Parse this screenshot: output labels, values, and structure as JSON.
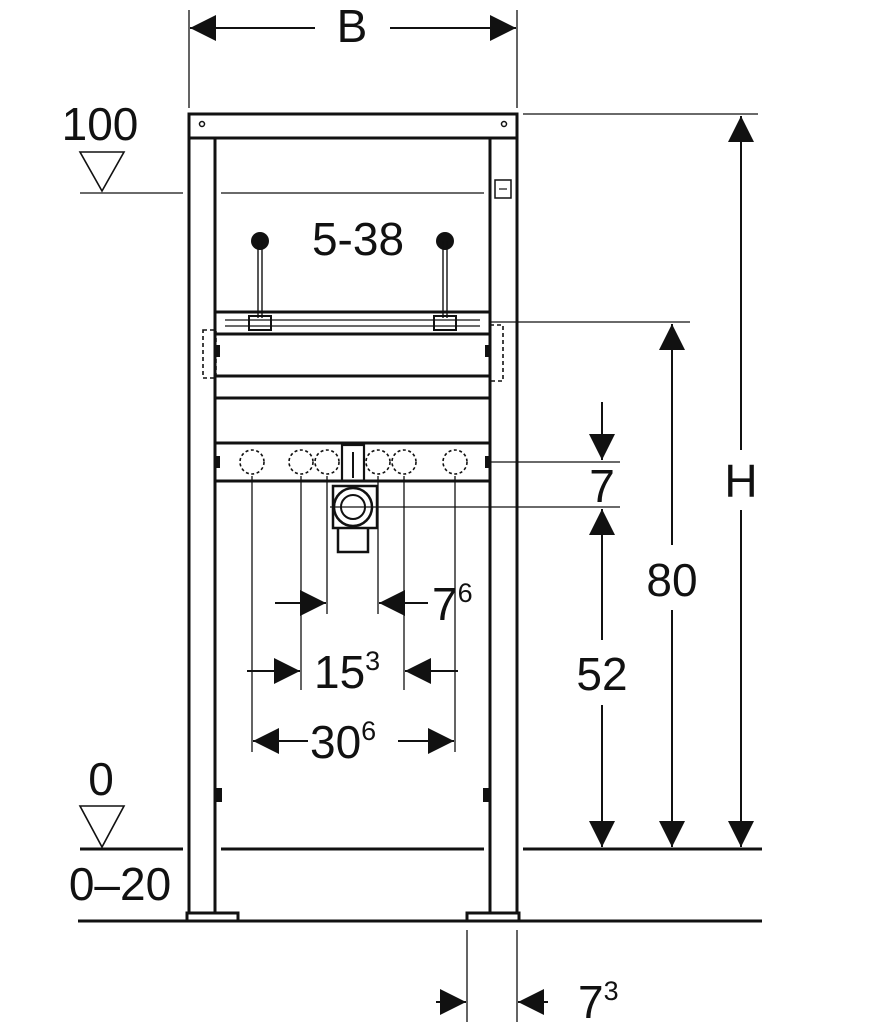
{
  "colors": {
    "line": "#111111",
    "background": "#ffffff"
  },
  "labels": {
    "width": "B",
    "height": "H",
    "level_top": "100",
    "level_floor": "0",
    "floor_range": "0–20",
    "hole_spacing": "5-38",
    "dim_7": "7",
    "dim_80": "80",
    "dim_52": "52",
    "dim_76_base": "7",
    "dim_76_sup": "6",
    "dim_153_base": "15",
    "dim_153_sup": "3",
    "dim_306_base": "30",
    "dim_306_sup": "6",
    "dim_73_base": "7",
    "dim_73_sup": "3"
  }
}
